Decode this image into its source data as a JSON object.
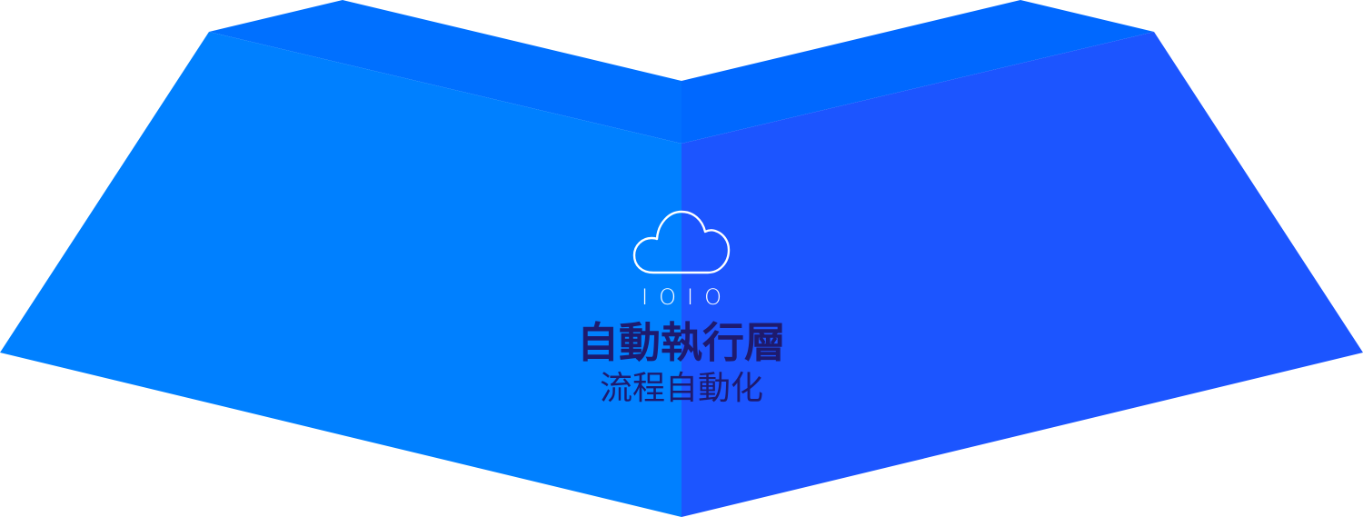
{
  "diagram": {
    "title": "自動執行層",
    "subtitle": "流程自動化",
    "icon": "cloud-binary-icon",
    "binary": "IOIO"
  },
  "colors": {
    "left_face": "#0080ff",
    "right_face": "#1c55ff",
    "top_left": "#0070ff",
    "top_right": "#0068ff",
    "text": "#1e1a6e",
    "icon": "#ffffff"
  }
}
